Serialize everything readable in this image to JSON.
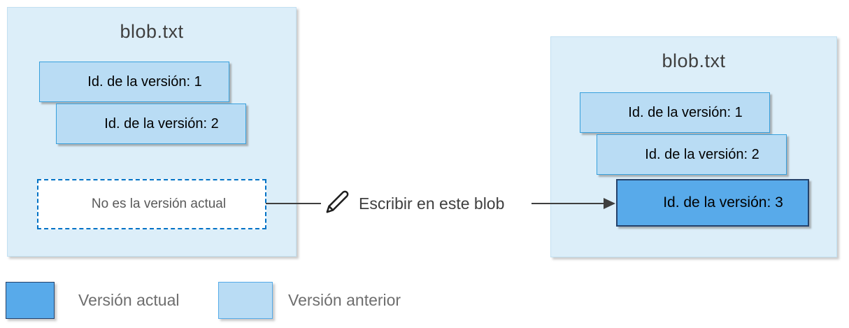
{
  "diagram": {
    "left_blob": {
      "title": "blob.txt",
      "versions": [
        {
          "label": "Id. de la versión: 1",
          "state": "previous"
        },
        {
          "label": "Id. de la versión: 2",
          "state": "previous"
        }
      ],
      "note": "No es la versión actual"
    },
    "action": {
      "label": "Escribir en este blob",
      "icon": "pencil-icon"
    },
    "right_blob": {
      "title": "blob.txt",
      "versions": [
        {
          "label": "Id. de la versión: 1",
          "state": "previous"
        },
        {
          "label": "Id. de la versión: 2",
          "state": "previous"
        },
        {
          "label": "Id. de la versión: 3",
          "state": "current"
        }
      ]
    },
    "legend": {
      "current": {
        "label": "Versión actual",
        "color": "#58aaea",
        "border": "#24426b"
      },
      "previous": {
        "label": "Versión anterior",
        "color": "#b9dcf4",
        "border": "#56abe8"
      }
    },
    "colors": {
      "container_fill": "#dceef9",
      "previous_fill": "#b9dcf4",
      "previous_border": "#38a0dc",
      "current_fill": "#58aaea",
      "current_border": "#24426b",
      "dashed_border": "#0072c6",
      "arrow": "#3f3f3f"
    }
  }
}
